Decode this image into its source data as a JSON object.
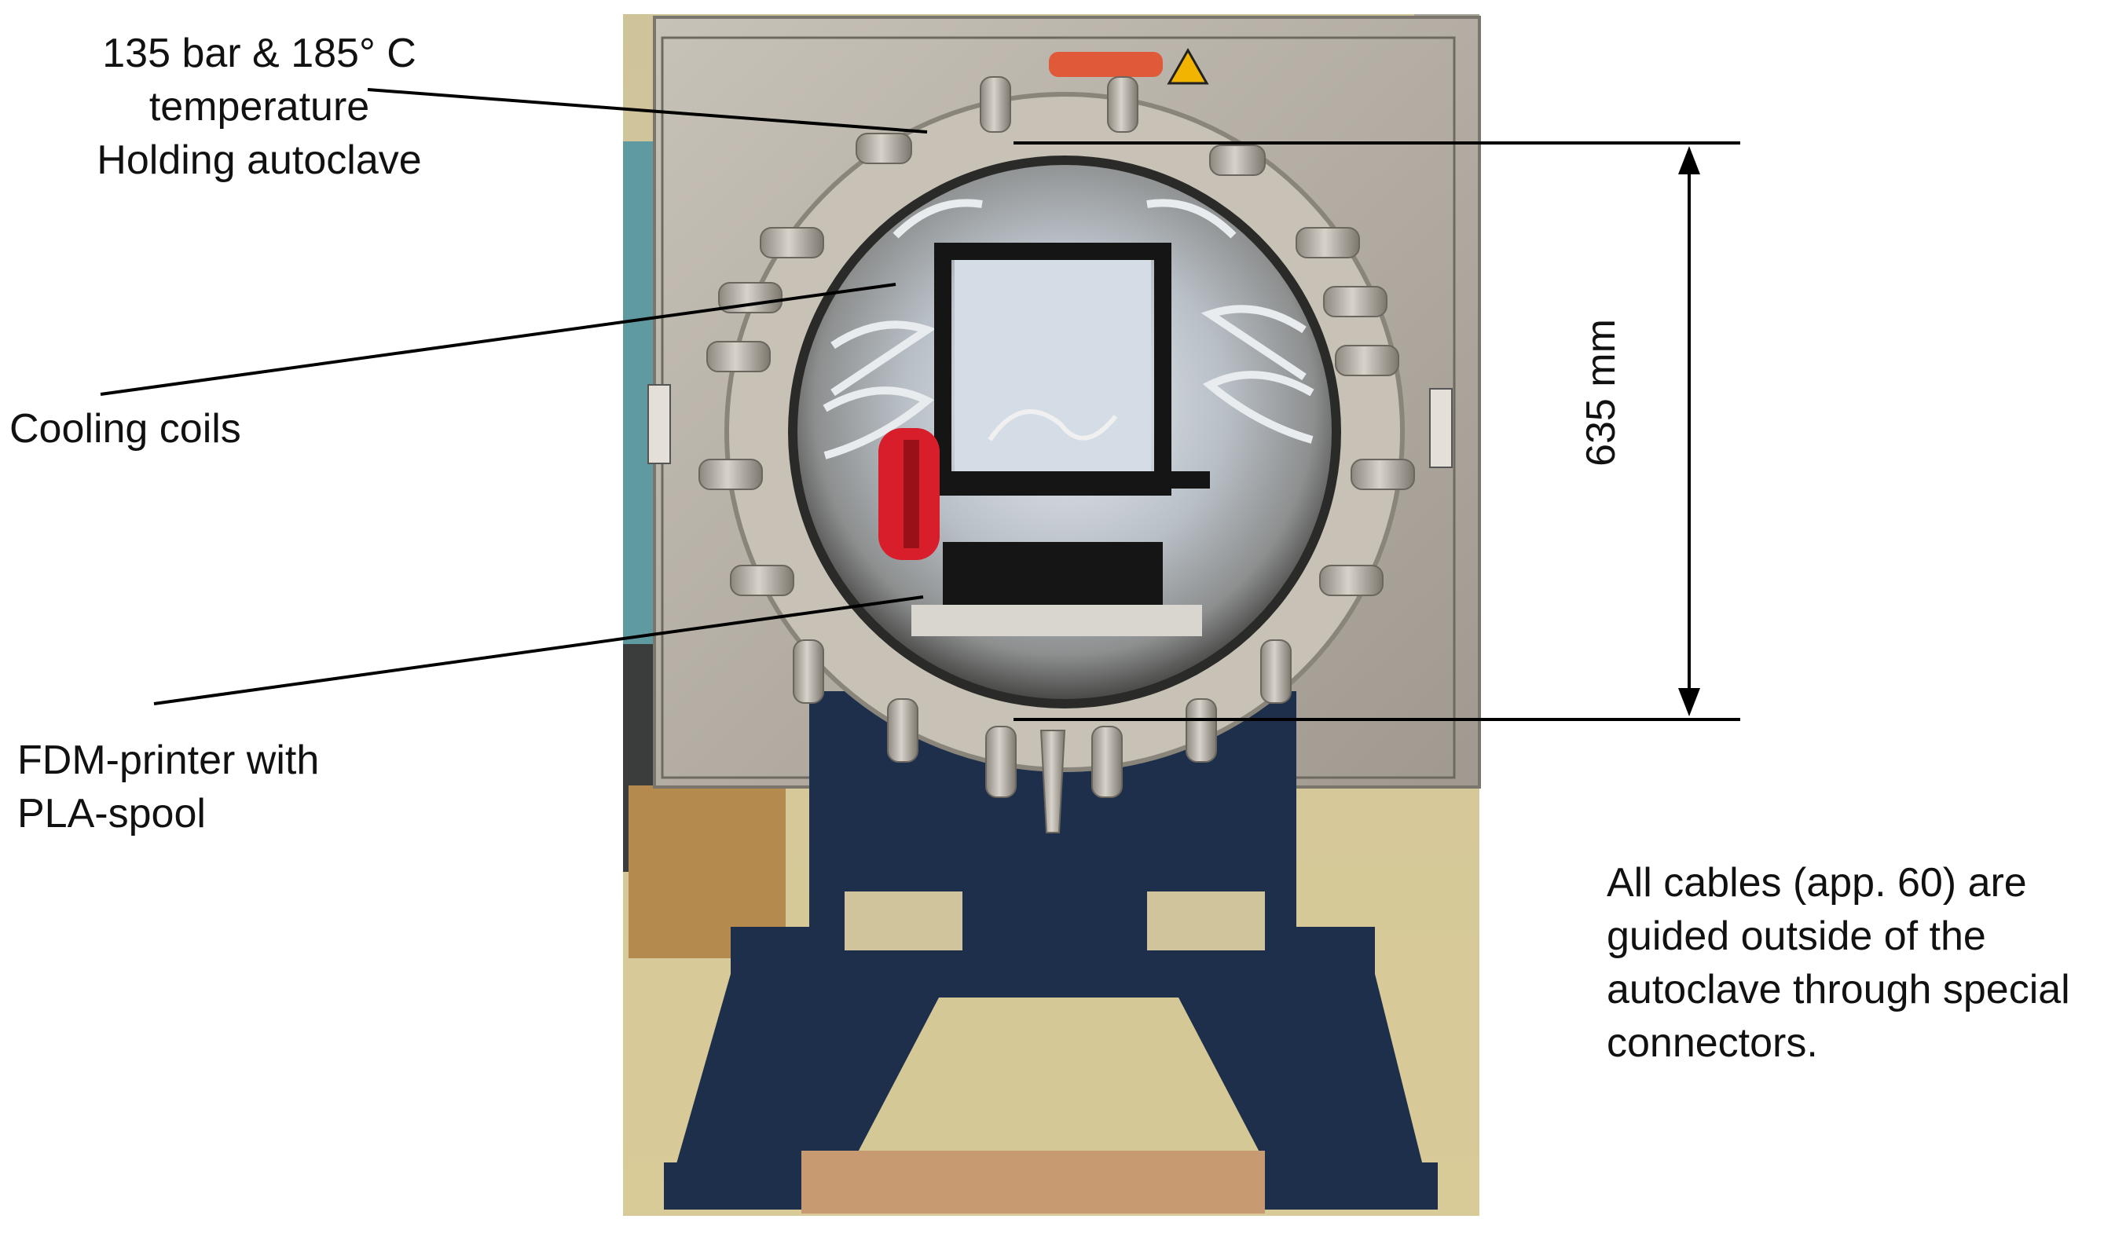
{
  "annotations": {
    "autoclave": "135 bar & 185° C\ntemperature\nHolding autoclave",
    "cooling_coils": "Cooling coils",
    "printer": "FDM-printer with\nPLA-spool",
    "cables": "All cables (app. 60) are\nguided outside of the\nautoclave through special\nconnectors.",
    "dimension": "635 mm"
  },
  "colors": {
    "background": "#ffffff",
    "cabinet_steel": "#b9b3a8",
    "flange": "#c9c3b8",
    "bolt": "#a9a59c",
    "stand_blue": "#1d2f4a",
    "spool_red": "#d81e2a",
    "printer_frame": "#151515",
    "floor": "#d6c896",
    "label_text": "#111111",
    "leader_line": "#000000"
  }
}
